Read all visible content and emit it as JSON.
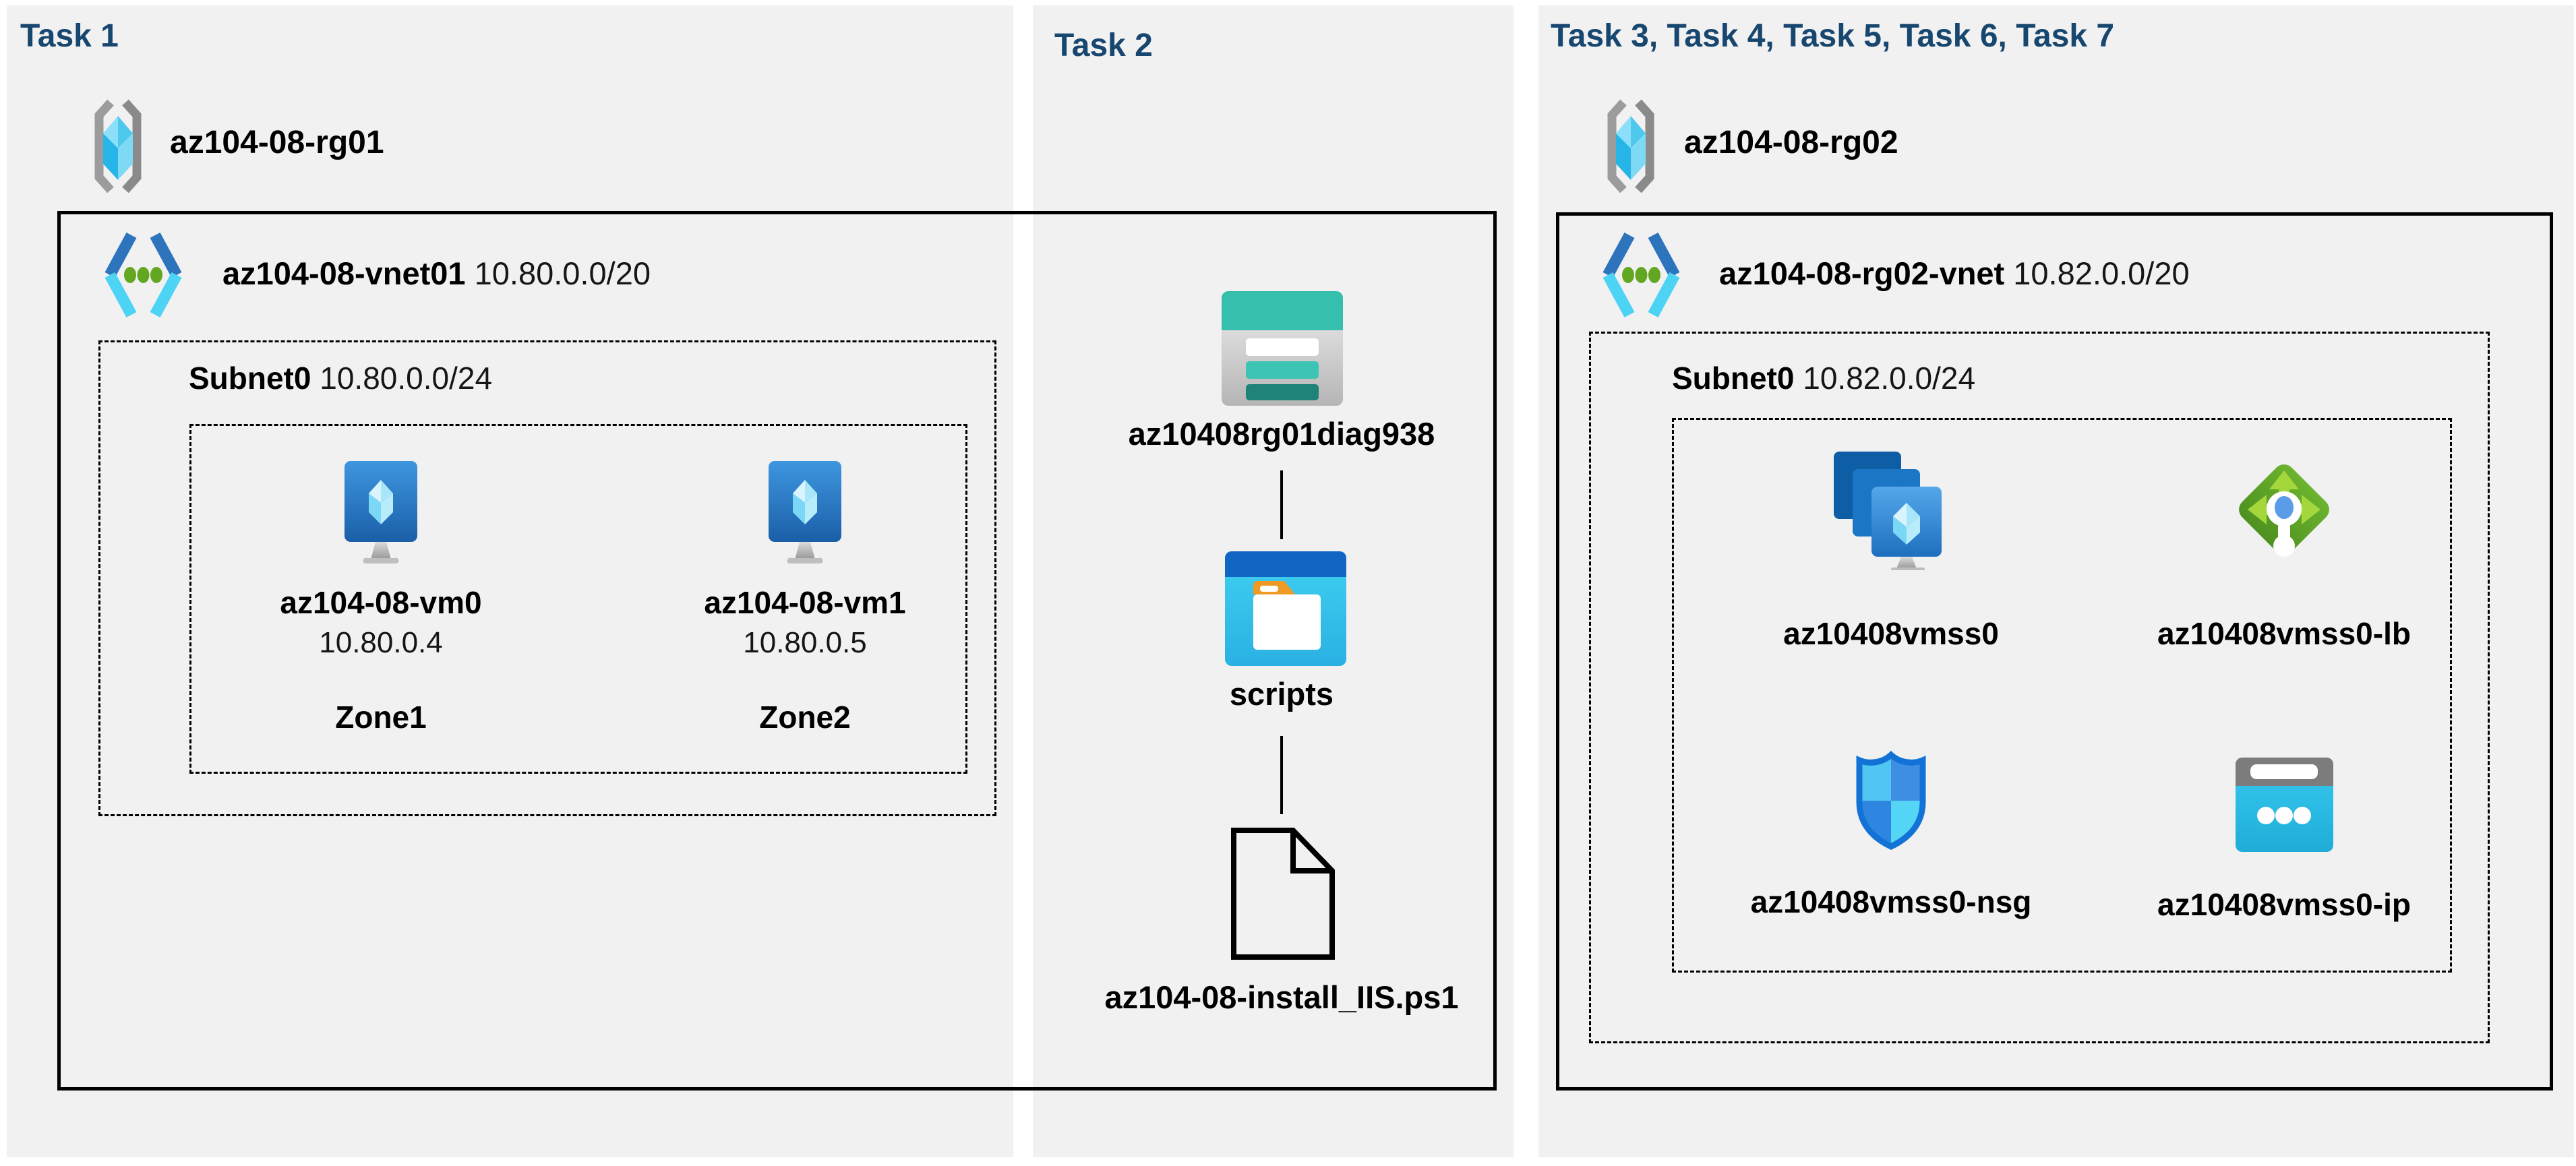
{
  "colors": {
    "panel_bg": "#F1F1F2",
    "heading": "#17466F",
    "text": "#000000",
    "vnet_blue": "#2E74BD",
    "vnet_cyan": "#4DD3F4",
    "storage_teal": "#36BFAD",
    "lb_green": "#5CA426",
    "nsg_blue": "#1372D6",
    "ip_cyan": "#2FC4EE"
  },
  "panel1": {
    "header": "Task 1",
    "rg": {
      "name": "az104-08-rg01",
      "icon": "resource-group-icon"
    },
    "vnet": {
      "name": "az104-08-vnet01",
      "cidr": "10.80.0.0/20",
      "icon": "virtual-network-icon"
    },
    "subnet": {
      "name": "Subnet0",
      "cidr": "10.80.0.0/24"
    },
    "vms": [
      {
        "name": "az104-08-vm0",
        "ip": "10.80.0.4",
        "zone": "Zone1",
        "icon": "virtual-machine-icon"
      },
      {
        "name": "az104-08-vm1",
        "ip": "10.80.0.5",
        "zone": "Zone2",
        "icon": "virtual-machine-icon"
      }
    ]
  },
  "panel2": {
    "header": "Task 2",
    "storage": {
      "name": "az10408rg01diag938",
      "icon": "storage-account-icon"
    },
    "container": {
      "name": "scripts",
      "icon": "blob-container-icon"
    },
    "file": {
      "name": "az104-08-install_IIS.ps1",
      "icon": "file-icon"
    }
  },
  "panel3": {
    "header": "Task 3, Task 4, Task 5, Task 6, Task 7",
    "rg": {
      "name": "az104-08-rg02",
      "icon": "resource-group-icon"
    },
    "vnet": {
      "name": "az104-08-rg02-vnet",
      "cidr": "10.82.0.0/20",
      "icon": "virtual-network-icon"
    },
    "subnet": {
      "name": "Subnet0",
      "cidr": "10.82.0.0/24"
    },
    "resources": [
      {
        "name": "az10408vmss0",
        "icon": "vm-scale-set-icon"
      },
      {
        "name": "az10408vmss0-lb",
        "icon": "load-balancer-icon"
      },
      {
        "name": "az10408vmss0-nsg",
        "icon": "network-security-group-icon"
      },
      {
        "name": "az10408vmss0-ip",
        "icon": "public-ip-icon"
      }
    ]
  }
}
